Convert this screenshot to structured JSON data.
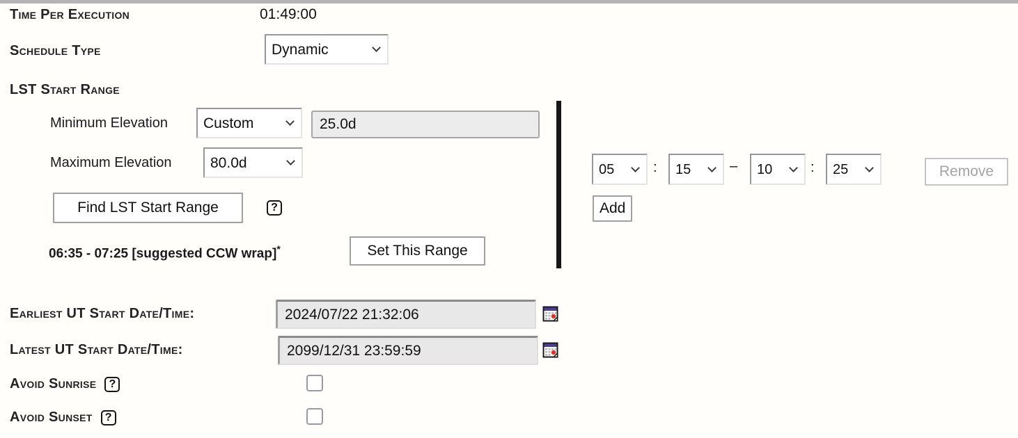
{
  "colors": {
    "background": "#fffefa",
    "top_bar": "#b3b3b3",
    "divider": "#161616",
    "calendar_header": "#4c3e91",
    "calendar_dot": "#da3327"
  },
  "time_per_execution": {
    "label": "Time Per Execution",
    "value": "01:49:00"
  },
  "schedule_type": {
    "label": "Schedule Type",
    "selected": "Dynamic"
  },
  "lst_start_range": {
    "section_label": "LST Start Range",
    "minimum_elevation": {
      "label": "Minimum Elevation",
      "selected": "Custom",
      "custom_value": "25.0d"
    },
    "maximum_elevation": {
      "label": "Maximum Elevation",
      "selected": "80.0d"
    },
    "find_button_label": "Find LST Start Range",
    "help_icon_glyph": "?",
    "suggested_range": {
      "text": "06:35 - 07:25 [suggested CCW wrap]",
      "footnote_marker": "*"
    },
    "set_range_button_label": "Set This Range",
    "range_row": {
      "start_hour": "05",
      "colon": ":",
      "start_minute": "15",
      "dash": "–",
      "end_hour": "10",
      "end_minute": "25",
      "remove_button_label": "Remove",
      "add_button_label": "Add"
    }
  },
  "earliest_ut_start": {
    "label": "Earliest UT Start Date/Time:",
    "value": "2024/07/22 21:32:06"
  },
  "latest_ut_start": {
    "label": "Latest UT Start Date/Time:",
    "value": "2099/12/31 23:59:59"
  },
  "avoid_sunrise": {
    "label": "Avoid Sunrise",
    "help_icon_glyph": "?",
    "checked": false
  },
  "avoid_sunset": {
    "label": "Avoid Sunset",
    "help_icon_glyph": "?",
    "checked": false
  }
}
